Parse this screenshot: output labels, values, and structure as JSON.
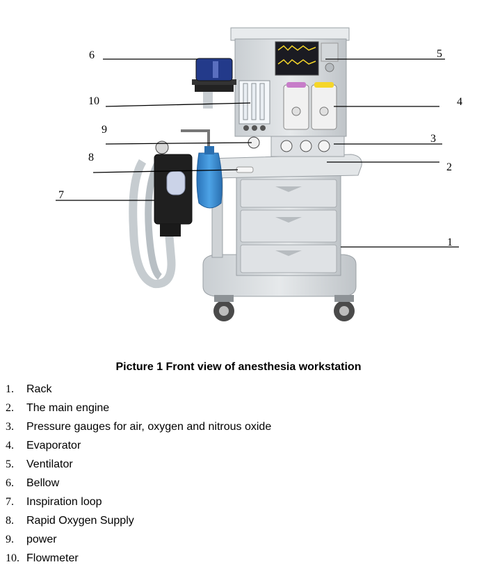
{
  "figure": {
    "callouts": [
      "1",
      "2",
      "3",
      "4",
      "5",
      "6",
      "7",
      "8",
      "9",
      "10"
    ],
    "screen_accent": "#f5d629",
    "bag_color": "#3d8fd6",
    "cart_color": "#d9dde0"
  },
  "caption": "Picture 1 Front view of anesthesia workstation",
  "legend": [
    {
      "num": "1.",
      "label": "Rack"
    },
    {
      "num": "2.",
      "label": "The main engine"
    },
    {
      "num": "3.",
      "label": "Pressure gauges for air, oxygen and nitrous oxide"
    },
    {
      "num": "4.",
      "label": "Evaporator"
    },
    {
      "num": "5.",
      "label": "Ventilator"
    },
    {
      "num": "6.",
      "label": "Bellow"
    },
    {
      "num": "7.",
      "label": "Inspiration loop"
    },
    {
      "num": "8.",
      "label": "Rapid Oxygen Supply"
    },
    {
      "num": "9.",
      "label": "power"
    },
    {
      "num": "10.",
      "label": "Flowmeter"
    }
  ]
}
